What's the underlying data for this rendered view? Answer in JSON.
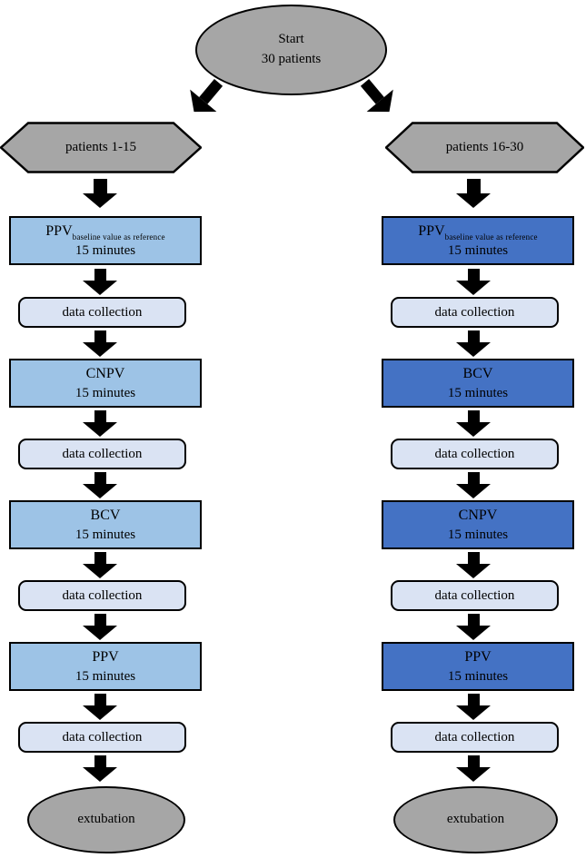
{
  "colors": {
    "node_gray": "#a6a6a6",
    "light_blue": "#9dc3e6",
    "dark_blue": "#4472c4",
    "pale_blue": "#dae3f3",
    "arrow_black": "#000000"
  },
  "start": {
    "line1": "Start",
    "line2": "30 patients"
  },
  "left": {
    "group": "patients 1-15",
    "phase1": {
      "main": "PPV",
      "sub": "baseline value as reference",
      "duration": "15 minutes"
    },
    "data1": "data collection",
    "phase2": {
      "main": "CNPV",
      "duration": "15 minutes"
    },
    "data2": "data collection",
    "phase3": {
      "main": "BCV",
      "duration": "15 minutes"
    },
    "data3": "data collection",
    "phase4": {
      "main": "PPV",
      "duration": "15 minutes"
    },
    "data4": "data collection",
    "end": "extubation"
  },
  "right": {
    "group": "patients 16-30",
    "phase1": {
      "main": "PPV",
      "sub": "baseline value as reference",
      "duration": "15 minutes"
    },
    "data1": "data collection",
    "phase2": {
      "main": "BCV",
      "duration": "15 minutes"
    },
    "data2": "data collection",
    "phase3": {
      "main": "CNPV",
      "duration": "15 minutes"
    },
    "data3": "data collection",
    "phase4": {
      "main": "PPV",
      "duration": "15 minutes"
    },
    "data4": "data collection",
    "end": "extubation"
  }
}
